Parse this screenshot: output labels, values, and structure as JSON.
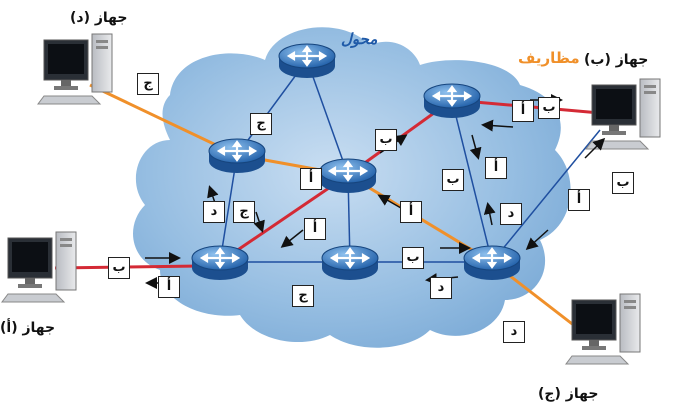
{
  "labels": {
    "device_a": "جهاز (أ)",
    "device_b": "جهاز (ب)",
    "device_c": "جهاز (ج)",
    "device_d": "جهاز (د)",
    "switch": "محول",
    "envelopes": "مظاريف"
  },
  "packets": {
    "a": "أ",
    "b": "ب",
    "c": "ج",
    "d": "د"
  },
  "colors": {
    "cloud": "#7fb0dc",
    "router": "#3b82c4",
    "path_a_b": "#d42a35",
    "path_c_d": "#f0902a",
    "link": "#1f4fa0",
    "switch_label": "#1f5aa8",
    "envelopes_label": "#f0902a"
  }
}
